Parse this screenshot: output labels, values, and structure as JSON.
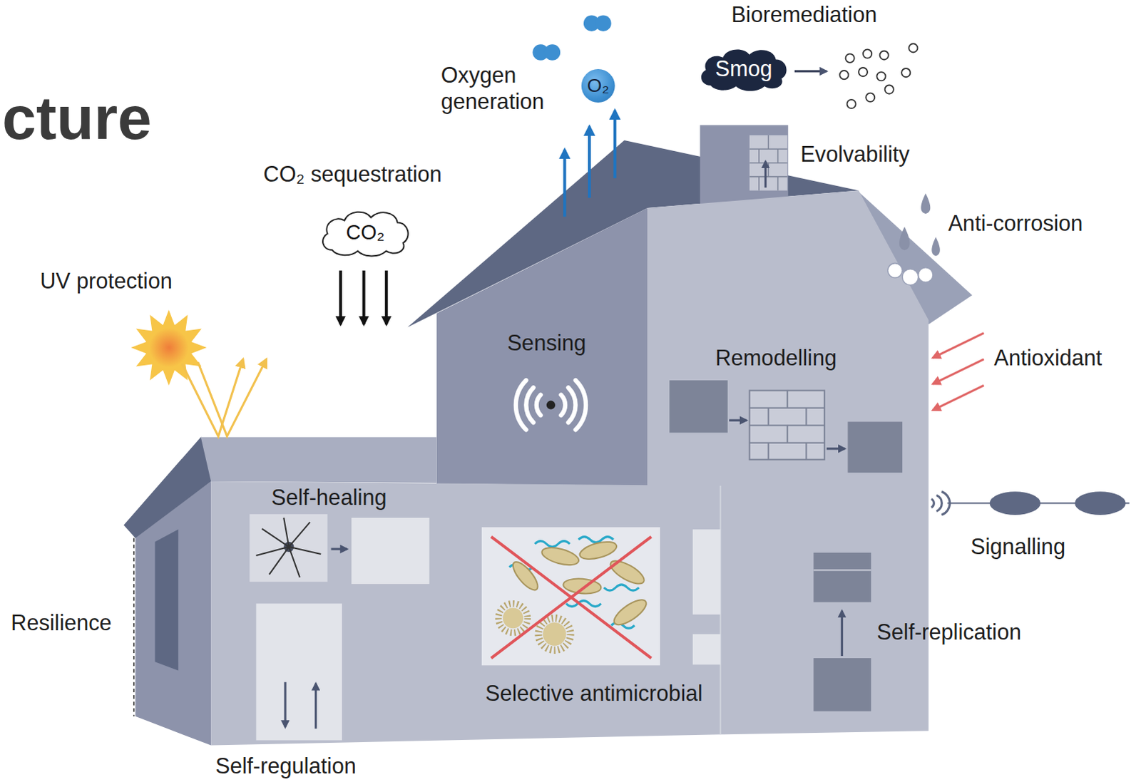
{
  "diagram": {
    "title": "cture",
    "nodes": [
      {
        "text": [
          "O₂"
        ]
      },
      {
        "text": [
          "Smog"
        ]
      },
      {
        "text": [
          "CO₂"
        ]
      }
    ],
    "labels": [
      "Bioremediation",
      "Oxygen generation",
      "Evolvability",
      "CO₂ sequestration",
      "Anti-corrosion",
      "UV protection",
      "Sensing",
      "Remodelling",
      "Antioxidant",
      "Self-healing",
      "Signalling",
      "Resilience",
      "Self-replication",
      "Selective antimicrobial",
      "Self-regulation"
    ]
  }
}
